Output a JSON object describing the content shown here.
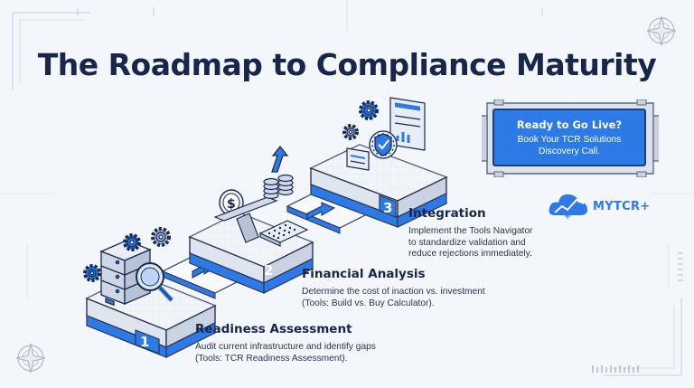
{
  "title": "The Roadmap to Compliance Maturity",
  "steps": [
    {
      "number": "1",
      "title": "Readiness Assessment",
      "desc_lines": [
        "Audit current infrastructure and identify gaps",
        "(Tools: TCR Readiness Assessment)."
      ]
    },
    {
      "number": "2",
      "title": "Financial Analysis",
      "desc_lines": [
        "Determine the cost of inaction vs. investment",
        "(Tools: Build vs. Buy Calculator)."
      ]
    },
    {
      "number": "3",
      "title": "Integration",
      "desc_lines": [
        "Implement the Tools Navigator",
        "to standardize validation and",
        "reduce rejections immediately."
      ]
    }
  ],
  "cta": {
    "title": "Ready to Go Live?",
    "line1": "Book Your TCR Solutions",
    "line2": "Discovery Call."
  },
  "logo": {
    "text": "MYTCR+"
  },
  "colors": {
    "accent": "#2d7ae6",
    "navy": "#17264a",
    "background": "#f3f6fb"
  }
}
